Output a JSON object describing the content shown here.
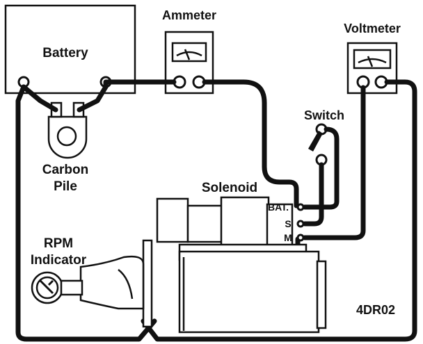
{
  "diagram": {
    "battery_label": "Battery",
    "ammeter_label": "Ammeter",
    "voltmeter_label": "Voltmeter",
    "switch_label": "Switch",
    "carbon_pile_label_line1": "Carbon",
    "carbon_pile_label_line2": "Pile",
    "solenoid_label": "Solenoid",
    "terminal_bat_label": "BAT.",
    "terminal_s_label": "S",
    "terminal_m_label": "M",
    "rpm_label_line1": "RPM",
    "rpm_label_line2": "Indicator",
    "figure_code": "4DR02"
  }
}
